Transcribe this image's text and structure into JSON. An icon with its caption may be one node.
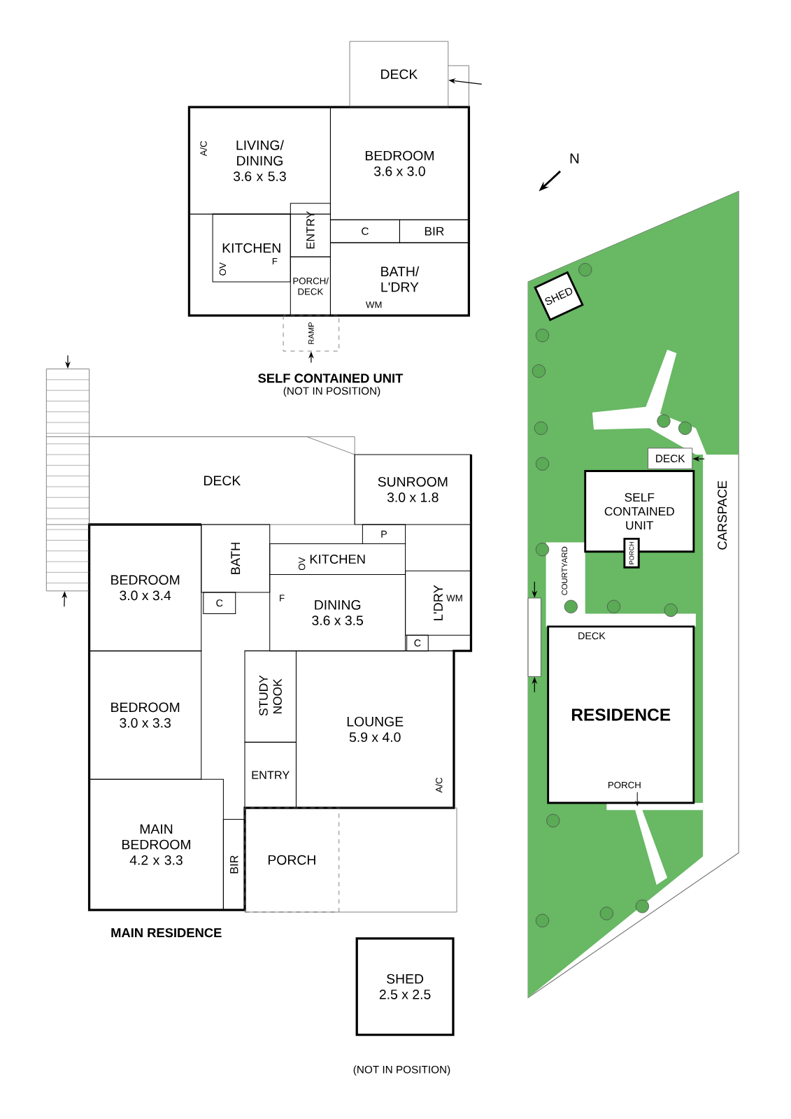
{
  "diagram": {
    "nodes": [
      {
        "text": [
          "DECK"
        ]
      },
      {
        "text": [
          "LIVING/ DINING",
          "3.6 x 5.3"
        ]
      },
      {
        "text": [
          "BEDROOM",
          "3.6 x 3.0"
        ]
      },
      {
        "text": [
          "KITCHEN"
        ]
      },
      {
        "text": [
          "ENTRY"
        ]
      },
      {
        "text": [
          "C"
        ]
      },
      {
        "text": [
          "BIR"
        ]
      },
      {
        "text": [
          "BATH/ L'DRY"
        ]
      },
      {
        "text": [
          "PORCH/ DECK"
        ]
      },
      {
        "text": [
          "RAMP"
        ]
      },
      {
        "text": [
          "DECK"
        ]
      },
      {
        "text": [
          "SUNROOM",
          "3.0 x 1.8"
        ]
      },
      {
        "text": [],
        "shape": "box"
      },
      {
        "text": [
          "BEDROOM",
          "3.0 x 3.4"
        ]
      },
      {
        "text": [
          "BATH"
        ]
      },
      {
        "text": [
          "C"
        ]
      },
      {
        "text": [
          "KITCHEN"
        ]
      },
      {
        "text": [
          "P"
        ]
      },
      {
        "text": [
          "DINING",
          "3.6 x 3.5"
        ]
      },
      {
        "text": [
          "L'DRY"
        ]
      },
      {
        "text": [
          "C"
        ]
      },
      {
        "text": [
          "BEDROOM",
          "3.0 x 3.3"
        ]
      },
      {
        "text": [
          "STUDY NOOK"
        ]
      },
      {
        "text": [
          "LOUNGE",
          "5.9 x 4.0"
        ]
      },
      {
        "text": [
          "ENTRY"
        ]
      },
      {
        "text": [
          "MAIN BEDROOM",
          "4.2 x 3.3"
        ]
      },
      {
        "text": [
          "BIR"
        ]
      },
      {
        "text": [
          "PORCH"
        ]
      },
      {
        "text": [
          "SHED",
          "2.5 x 2.5"
        ]
      },
      {
        "text": [
          "SHED"
        ]
      },
      {
        "text": [
          "DECK"
        ]
      },
      {
        "text": [
          "SELF CONTAINED UNIT"
        ]
      },
      {
        "text": [
          "PORCH"
        ]
      },
      {
        "text": [],
        "shape": "box"
      },
      {
        "text": [
          "RESIDENCE"
        ]
      }
    ],
    "edges": [
      {
        "from": null,
        "to": 0,
        "arrow": "to"
      },
      {
        "from": null,
        "to": 9,
        "arrow": "to"
      },
      {
        "from": null,
        "to": 12,
        "arrow": "to"
      },
      {
        "from": null,
        "to": 12,
        "arrow": "to"
      },
      {
        "from": null,
        "to": 30,
        "arrow": "to"
      },
      {
        "from": null,
        "to": 33,
        "arrow": "to"
      },
      {
        "from": null,
        "to": 33,
        "arrow": "to"
      }
    ],
    "labels": [
      "A/C",
      "OV",
      "F",
      "WM",
      "SELF CONTAINED UNIT",
      "(NOT IN POSITION)",
      "N",
      "OV",
      "F",
      "WM",
      "A/C",
      "MAIN RESIDENCE",
      "CARSPACE",
      "COURTYARD",
      "DECK",
      "PORCH",
      "(NOT IN POSITION)"
    ]
  }
}
